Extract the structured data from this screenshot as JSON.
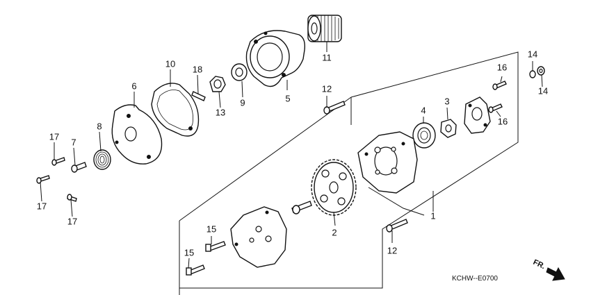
{
  "diagram": {
    "code": "KCHW--E0700",
    "direction_label": "FR.",
    "callouts": [
      {
        "id": "c1",
        "text": "1"
      },
      {
        "id": "c2",
        "text": "2"
      },
      {
        "id": "c3",
        "text": "3"
      },
      {
        "id": "c4",
        "text": "4"
      },
      {
        "id": "c5",
        "text": "5"
      },
      {
        "id": "c6",
        "text": "6"
      },
      {
        "id": "c7",
        "text": "7"
      },
      {
        "id": "c8",
        "text": "8"
      },
      {
        "id": "c9",
        "text": "9"
      },
      {
        "id": "c10",
        "text": "10"
      },
      {
        "id": "c11",
        "text": "11"
      },
      {
        "id": "c12a",
        "text": "12"
      },
      {
        "id": "c12b",
        "text": "12"
      },
      {
        "id": "c13",
        "text": "13"
      },
      {
        "id": "c14a",
        "text": "14"
      },
      {
        "id": "c14b",
        "text": "14"
      },
      {
        "id": "c15a",
        "text": "15"
      },
      {
        "id": "c15b",
        "text": "15"
      },
      {
        "id": "c16a",
        "text": "16"
      },
      {
        "id": "c16b",
        "text": "16"
      },
      {
        "id": "c17a",
        "text": "17"
      },
      {
        "id": "c17b",
        "text": "17"
      },
      {
        "id": "c17c",
        "text": "17"
      },
      {
        "id": "c18",
        "text": "18"
      }
    ]
  }
}
